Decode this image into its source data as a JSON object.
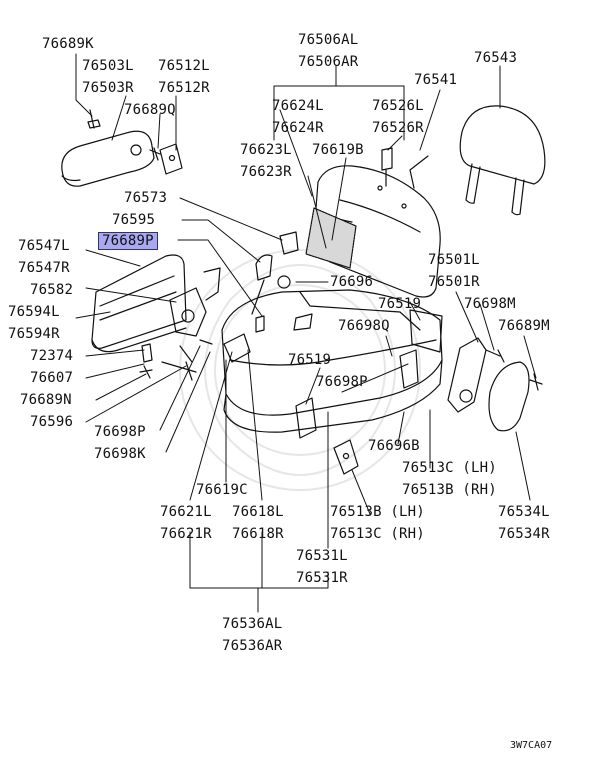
{
  "diagram": {
    "highlight_color": "#a9a9f2",
    "line_color": "#111111",
    "code": "3W7CA07",
    "labels": {
      "l76689K": "76689K",
      "l76503L": "76503L",
      "l76503R": "76503R",
      "l76512L": "76512L",
      "l76512R": "76512R",
      "l76689Q": "76689Q",
      "l76506AL": "76506AL",
      "l76506AR": "76506AR",
      "l76543": "76543",
      "l76541": "76541",
      "l76624L": "76624L",
      "l76624R": "76624R",
      "l76526L": "76526L",
      "l76526R": "76526R",
      "l76623L": "76623L",
      "l76623R": "76623R",
      "l76619B": "76619B",
      "l76573": "76573",
      "l76595": "76595",
      "l76689P": "76689P",
      "l76547L": "76547L",
      "l76547R": "76547R",
      "l76582": "76582",
      "l76594L": "76594L",
      "l76594R": "76594R",
      "l72374": "72374",
      "l76607": "76607",
      "l76689N": "76689N",
      "l76596": "76596",
      "l76698P_a": "76698P",
      "l76698K": "76698K",
      "l76696": "76696",
      "l76501L": "76501L",
      "l76501R": "76501R",
      "l76519_a": "76519",
      "l76698M": "76698M",
      "l76698Q": "76698Q",
      "l76689M": "76689M",
      "l76519_b": "76519",
      "l76698P_b": "76698P",
      "l76696B": "76696B",
      "l76513C_LH": "76513C (LH)",
      "l76513B_RH": "76513B (RH)",
      "l76619C": "76619C",
      "l76621L": "76621L",
      "l76621R": "76621R",
      "l76618L": "76618L",
      "l76618R": "76618R",
      "l76513B_LH": "76513B (LH)",
      "l76513C_RH": "76513C (RH)",
      "l76534L": "76534L",
      "l76534R": "76534R",
      "l76531L": "76531L",
      "l76531R": "76531R",
      "l76536AL": "76536AL",
      "l76536AR": "76536AR"
    }
  }
}
